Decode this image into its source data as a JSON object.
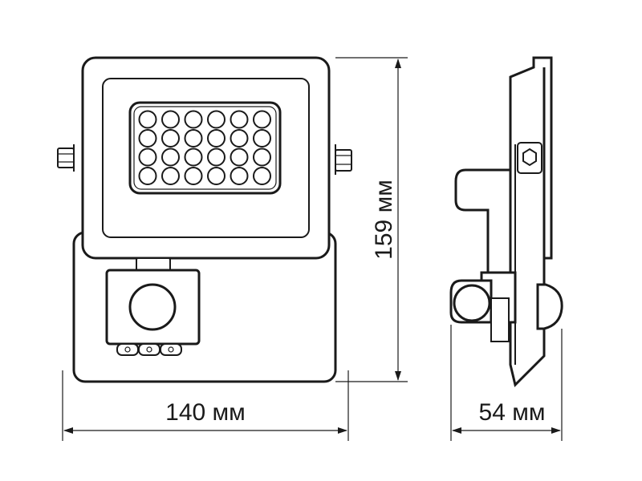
{
  "dimensions": {
    "width_label": "140 мм",
    "height_label": "159 мм",
    "depth_label": "54 мм"
  },
  "product": {
    "led_rows": 4,
    "led_columns": 6
  },
  "colors": {
    "line": "#1a1a1a",
    "background": "#ffffff"
  }
}
